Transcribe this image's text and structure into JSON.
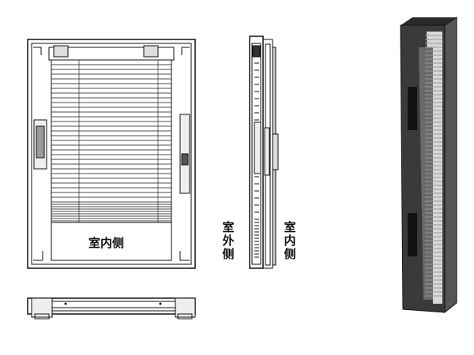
{
  "front_view": {
    "label": "室内侧"
  },
  "side_view": {
    "outdoor_label": "室外侧",
    "indoor_label": "室内侧"
  },
  "colors": {
    "line": "#111111",
    "render_dark": "#2a2a2a",
    "render_mid": "#6a6a6a",
    "render_light": "#d8d8d8"
  }
}
